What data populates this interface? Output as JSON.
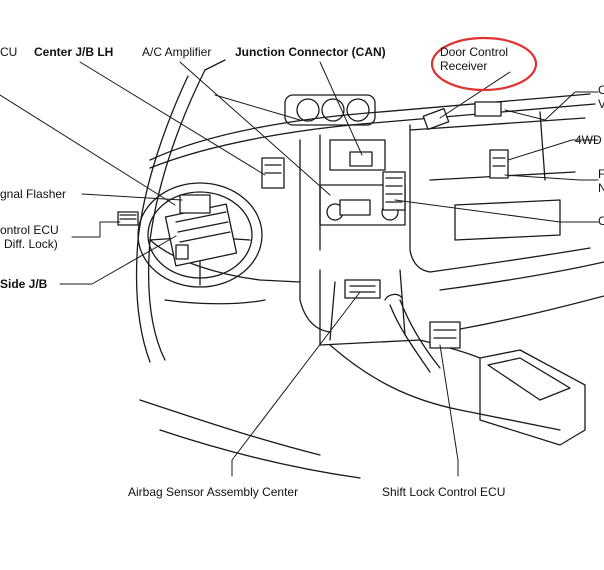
{
  "labels": {
    "ecu_cut": "CU",
    "center_jb_lh": "Center J/B LH",
    "ac_amplifier": "A/C Amplifier",
    "junction_connector": "Junction Connector (CAN)",
    "door_control_line1": "Door Control",
    "door_control_line2": "Receiver",
    "signal_flasher": "gnal Flasher",
    "control_ecu_line1": "ontrol ECU",
    "control_ecu_line2": "Diff. Lock)",
    "side_jb": "Side J/B",
    "airbag_sensor": "Airbag Sensor Assembly Center",
    "shift_lock": "Shift Lock Control ECU",
    "right_c1": "C",
    "right_v": "V",
    "right_4wd": "4WD",
    "right_f": "F",
    "right_n": "N",
    "right_c2": "C"
  },
  "highlight": {
    "target": "Door Control Receiver",
    "color": "#e03030"
  }
}
